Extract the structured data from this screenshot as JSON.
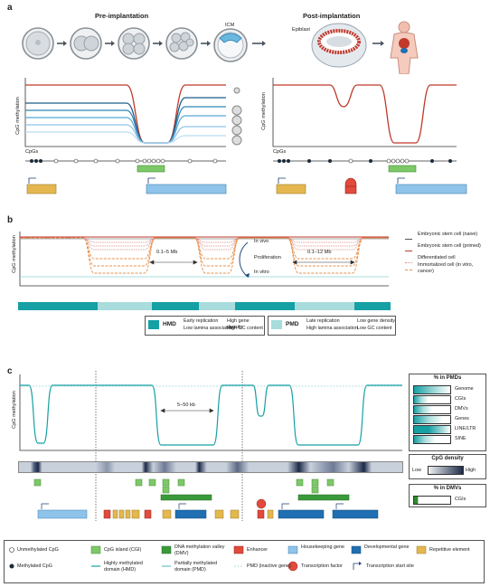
{
  "panel_a": {
    "label": "a",
    "pre_title": "Pre-implantation",
    "post_title": "Post-implantation",
    "icm_label": "ICM",
    "epiblast_label": "Epiblast",
    "ylabel": "CpG methylation",
    "cpgs_label": "CpGs"
  },
  "panel_b": {
    "label": "b",
    "ylabel": "CpG methylation",
    "span_left": "0.1–5 Mb",
    "span_right": "0.1–12 Mb",
    "in_vivo": "In vivo",
    "proliferation": "Proliferation",
    "in_vitro": "In vitro",
    "legend": [
      {
        "text": "Embryonic stem cell (naive)",
        "color": "#555555",
        "style": "solid"
      },
      {
        "text": "Embryonic stem cell (primed)",
        "color": "#c0392b",
        "style": "solid"
      },
      {
        "text": "Differentiated cell",
        "color": "#d98a8a",
        "style": "dotted"
      },
      {
        "text": "Immortalized cell (in vitro, cancer)",
        "color": "#e8904a",
        "style": "dashed"
      }
    ],
    "hmd": {
      "label": "HMD",
      "color": "#15a0a4",
      "bullets": [
        "Early replication",
        "Low lamina association",
        "High gene density",
        "High GC content"
      ]
    },
    "pmd": {
      "label": "PMD",
      "color": "#a9dcdc",
      "bullets": [
        "Late replication",
        "High lamina association",
        "Low gene density",
        "Low GC content"
      ]
    }
  },
  "panel_c": {
    "label": "c",
    "ylabel": "CpG methylation",
    "span": "5–50 kb",
    "pmd_box": {
      "title": "% in PMDs",
      "items": [
        "Genome",
        "CGIs",
        "DMVs",
        "Genes",
        "LINE/LTR",
        "SINE"
      ]
    },
    "cpg_box": {
      "title": "CpG density",
      "low": "Low",
      "high": "High"
    },
    "dmv_box": {
      "title": "% in DMVs",
      "items": [
        "CGIs"
      ]
    }
  },
  "legend": [
    {
      "id": "unmeth",
      "text": "Unmethylated CpG"
    },
    {
      "id": "meth",
      "text": "Methylated CpG"
    },
    {
      "id": "cgi",
      "text": "CpG island (CGI)"
    },
    {
      "id": "hmd",
      "text": "Highly methylated domain (HMD)"
    },
    {
      "id": "dmv",
      "text": "DNA methylation valley (DMV)"
    },
    {
      "id": "pmd",
      "text": "Partially methylated domain (PMD)"
    },
    {
      "id": "enh",
      "text": "Enhancer"
    },
    {
      "id": "pmdi",
      "text": "PMD (inactive gene)"
    },
    {
      "id": "hk",
      "text": "Housekeeping gene"
    },
    {
      "id": "tf",
      "text": "Transcription factor"
    },
    {
      "id": "dev",
      "text": "Developmental gene"
    },
    {
      "id": "tss",
      "text": "Transcription start site"
    },
    {
      "id": "rep",
      "text": "Repetitive element"
    }
  ],
  "colors": {
    "teal": "#15a0a4",
    "light_teal": "#a9dcdc",
    "red": "#c0392b",
    "orange": "#e8904a",
    "green": "#6cbf4a",
    "dark_green": "#2e8b2e",
    "yellow": "#e0b84a",
    "light_blue": "#8fc4ea",
    "blue": "#1f6fb2",
    "navy": "#1d3c6e"
  }
}
